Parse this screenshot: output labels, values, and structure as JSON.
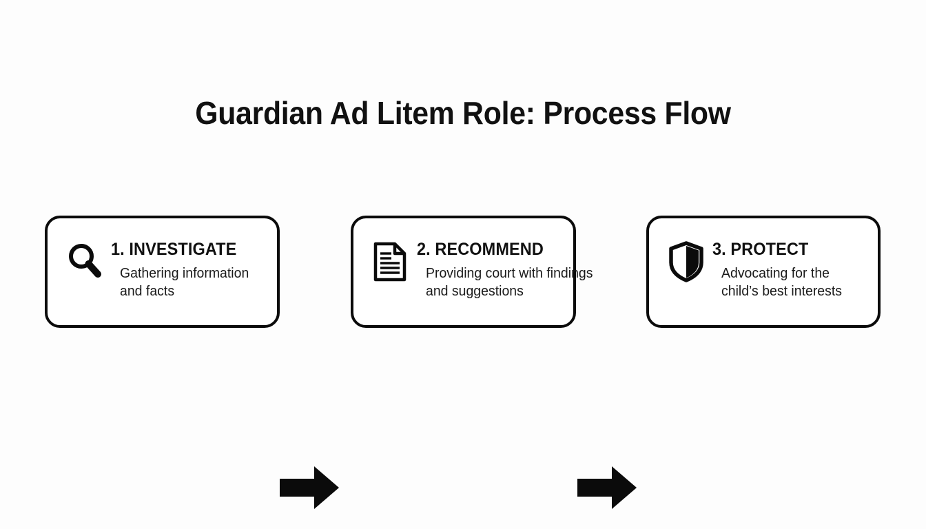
{
  "diagram": {
    "title": "Guardian Ad Litem Role: Process Flow",
    "background_color": "#fdfdfd",
    "stroke_color": "#0b0b0b",
    "text_color": "#111111",
    "steps": [
      {
        "icon": "magnifier-icon",
        "heading": "1. INVESTIGATE",
        "description_line1": "Gathering information and",
        "description_line2": "facts"
      },
      {
        "icon": "document-icon",
        "heading": "2. RECOMMEND",
        "description_line1": "Providing court with findings",
        "description_line2": "and suggestions"
      },
      {
        "icon": "shield-icon",
        "heading": "3. PROTECT",
        "description_line1": "Advocating for the child’s",
        "description_line2": "best interests"
      }
    ],
    "connectors": [
      {
        "type": "arrow-right",
        "from": "1. INVESTIGATE",
        "to": "2. RECOMMEND"
      },
      {
        "type": "arrow-right",
        "from": "2. RECOMMEND",
        "to": "3. PROTECT"
      }
    ]
  }
}
